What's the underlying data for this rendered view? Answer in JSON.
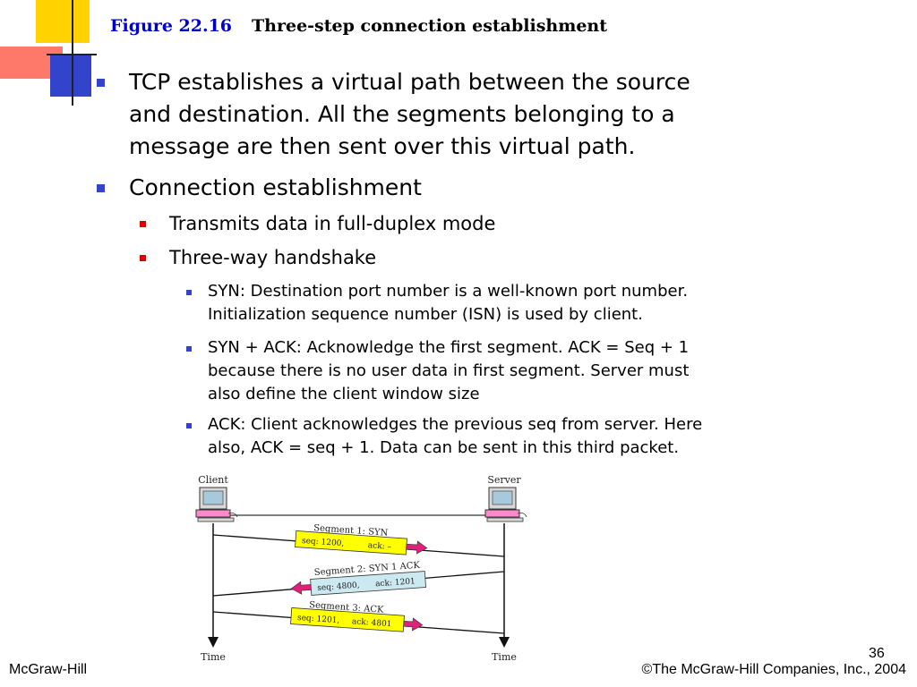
{
  "title": {
    "figure_label": "Figure 22.16",
    "caption": "Three-step connection establishment"
  },
  "bullets": [
    {
      "level": 1,
      "lines": [
        "TCP establishes a virtual path between the source",
        "and destination. All the segments belonging to a",
        "message are then sent over this virtual path."
      ]
    },
    {
      "level": 1,
      "lines": [
        "Connection establishment"
      ]
    },
    {
      "level": 2,
      "lines": [
        "Transmits data in full-duplex mode"
      ]
    },
    {
      "level": 2,
      "lines": [
        "Three-way handshake"
      ]
    },
    {
      "level": 3,
      "lines": [
        "SYN: Destination port number is a well-known port number.",
        "Initialization sequence number (ISN) is used by client."
      ]
    },
    {
      "level": 3,
      "lines": [
        "SYN + ACK: Acknowledge the first segment. ACK = Seq + 1",
        "because there is no user data in first segment. Server must",
        "also define the client window size"
      ]
    },
    {
      "level": 3,
      "lines": [
        "ACK: Client acknowledges the previous seq from server. Here",
        "also, ACK = seq + 1. Data can be sent in this third packet."
      ]
    }
  ],
  "diagram": {
    "client_label": "Client",
    "server_label": "Server",
    "time_label_left": "Time",
    "time_label_right": "Time",
    "segments": [
      {
        "name": "Segment 1: SYN",
        "seq": "seq: 1200,",
        "ack": "ack: –",
        "direction": "client-to-server",
        "color": "#ffff00"
      },
      {
        "name": "Segment 2: SYN 1 ACK",
        "seq": "seq: 4800,",
        "ack": "ack: 1201",
        "direction": "server-to-client",
        "color": "#cce8f0"
      },
      {
        "name": "Segment 3: ACK",
        "seq": "seq: 1201,",
        "ack": "ack: 4801",
        "direction": "client-to-server",
        "color": "#ffff00"
      }
    ],
    "arrow_color": "#e0207a"
  },
  "page_number": "36",
  "footer": {
    "left": "McGraw-Hill",
    "right": "©The McGraw-Hill Companies, Inc., 2004"
  },
  "colors": {
    "title_blue": "#0000cc",
    "bullet_blue": "#3344cc",
    "bullet_red": "#e00000"
  }
}
